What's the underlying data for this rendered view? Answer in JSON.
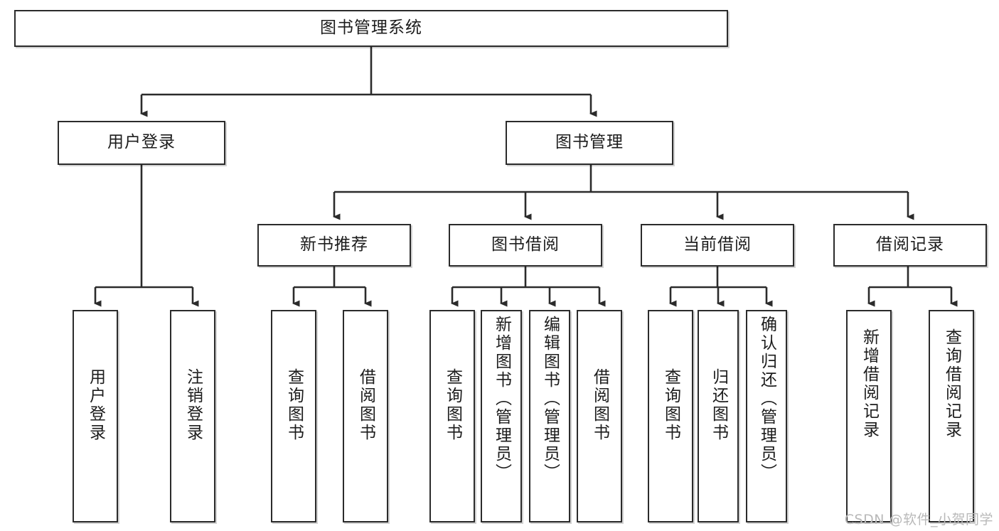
{
  "diagram": {
    "type": "tree-hierarchy",
    "title": "图书管理系统",
    "watermark": "CSDN @软件_小贺同学",
    "colors": {
      "box_border": "#2b2b2b",
      "box_fill": "#ffffff",
      "connector": "#2b2b2b",
      "text": "#1c1c1c",
      "watermark": "#b9b9b9"
    },
    "levels": {
      "root": "图书管理系统",
      "level2": [
        "用户登录",
        "图书管理"
      ],
      "level3": [
        "新书推荐",
        "图书借阅",
        "当前借阅",
        "借阅记录"
      ]
    },
    "nodes": {
      "root": {
        "label": "图书管理系统"
      },
      "user_login": {
        "label": "用户登录"
      },
      "book_manage": {
        "label": "图书管理"
      },
      "new_book_rec": {
        "label": "新书推荐"
      },
      "book_borrow": {
        "label": "图书借阅"
      },
      "current_borrow": {
        "label": "当前借阅"
      },
      "borrow_record": {
        "label": "借阅记录"
      },
      "leaf_user_login": {
        "label": "用户登录"
      },
      "leaf_logout": {
        "label": "注销登录"
      },
      "leaf_query_book_1": {
        "label": "查询图书"
      },
      "leaf_borrow_book_1": {
        "label": "借阅图书"
      },
      "leaf_query_book_2": {
        "label": "查询图书"
      },
      "leaf_add_book": {
        "label": "新增图书（管理员）"
      },
      "leaf_edit_book": {
        "label": "编辑图书（管理员）"
      },
      "leaf_borrow_book_2": {
        "label": "借阅图书"
      },
      "leaf_query_book_3": {
        "label": "查询图书"
      },
      "leaf_return_book": {
        "label": "归还图书"
      },
      "leaf_confirm_return": {
        "label": "确认归还（管理员）"
      },
      "leaf_add_record": {
        "label": "新增借阅记录"
      },
      "leaf_query_record": {
        "label": "查询借阅记录"
      }
    },
    "edges": [
      {
        "from": "图书管理系统",
        "to": "用户登录"
      },
      {
        "from": "图书管理系统",
        "to": "图书管理"
      },
      {
        "from": "用户登录",
        "to": "用户登录"
      },
      {
        "from": "用户登录",
        "to": "注销登录"
      },
      {
        "from": "图书管理",
        "to": "新书推荐"
      },
      {
        "from": "图书管理",
        "to": "图书借阅"
      },
      {
        "from": "图书管理",
        "to": "当前借阅"
      },
      {
        "from": "图书管理",
        "to": "借阅记录"
      },
      {
        "from": "新书推荐",
        "to": "查询图书"
      },
      {
        "from": "新书推荐",
        "to": "借阅图书"
      },
      {
        "from": "图书借阅",
        "to": "查询图书"
      },
      {
        "from": "图书借阅",
        "to": "新增图书（管理员）"
      },
      {
        "from": "图书借阅",
        "to": "编辑图书（管理员）"
      },
      {
        "from": "图书借阅",
        "to": "借阅图书"
      },
      {
        "from": "当前借阅",
        "to": "查询图书"
      },
      {
        "from": "当前借阅",
        "to": "归还图书"
      },
      {
        "from": "当前借阅",
        "to": "确认归还（管理员）"
      },
      {
        "from": "借阅记录",
        "to": "新增借阅记录"
      },
      {
        "from": "借阅记录",
        "to": "查询借阅记录"
      }
    ]
  }
}
